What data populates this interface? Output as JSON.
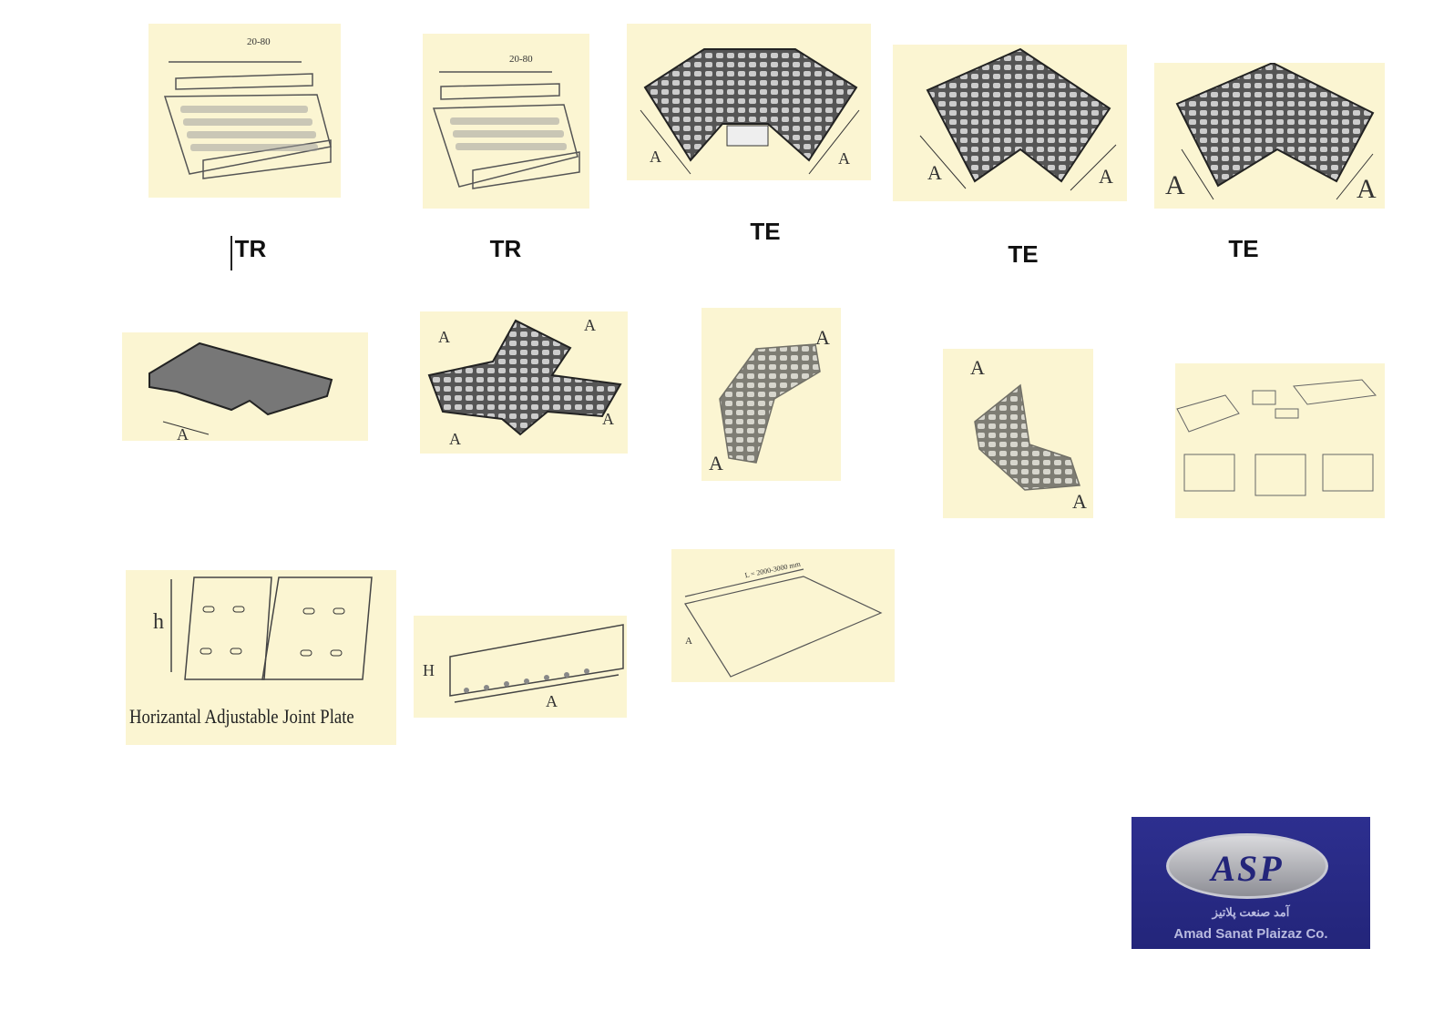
{
  "captions": [
    "TR",
    "TR",
    "TE",
    "TE",
    "TE"
  ],
  "drawing_labels": {
    "straight_dim": "20-80",
    "dimension_a": "A",
    "dimension_h_lower": "h",
    "dimension_h_upper": "H",
    "cover_length": "L = 2000-3000 mm"
  },
  "joint_plate_caption": "Horizantal Adjustable Joint Plate",
  "logo": {
    "mark": "ASP",
    "arabic_line": "آمد صنعت پلاتیز",
    "company": "Amad Sanat Plaizaz Co.",
    "bg_color": "#2d2f8f"
  }
}
